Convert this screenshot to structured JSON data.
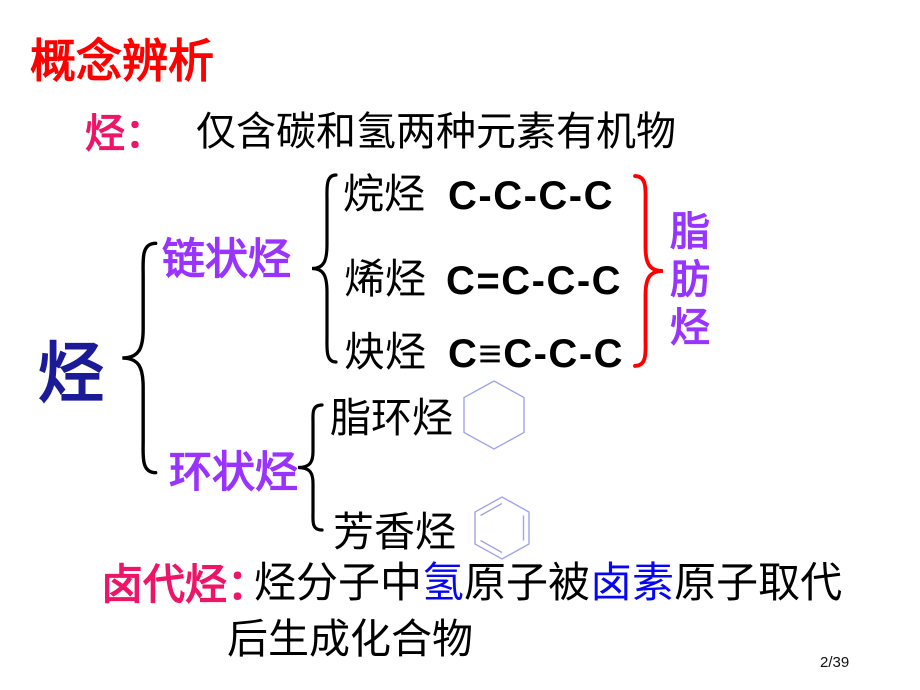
{
  "title": "概念辨析",
  "definition": {
    "term": "烃：",
    "text": "仅含碳和氢两种元素有机物"
  },
  "tree": {
    "root": "烃",
    "chain_label": "链状烃",
    "ring_label": "环状烃",
    "aliphatic_label": "脂肪烃",
    "alkane_name": "烷烃",
    "alkane_formula": "C-C-C-C",
    "alkene_name": "烯烃",
    "alkene_formula": "C=C-C-C",
    "alkyne_name": "炔烃",
    "alkyne_formula": "C≡C-C-C",
    "alicyclic_name": "脂环烃",
    "alicyclic_icon": "cyclohexane-hexagon-ring",
    "aromatic_name": "芳香烃",
    "aromatic_icon": "benzene-ring"
  },
  "halogenated": {
    "term": "卤代烃：",
    "seg1": "烃分子中",
    "seg2": "氢",
    "seg3": "原子被",
    "seg4": "卤素",
    "seg5": "原子取代",
    "line2": "后生成化合物"
  },
  "page_number": "2/39",
  "colors": {
    "title_red": "#FF0000",
    "term_pink": "#EE1467",
    "label_purple": "#9933FF",
    "root_navy": "#1B1B97",
    "highlight_blue": "#0606F5",
    "ring_stroke": "#9FA6E8",
    "brace_red": "#FF0000",
    "text_black": "#000000"
  }
}
